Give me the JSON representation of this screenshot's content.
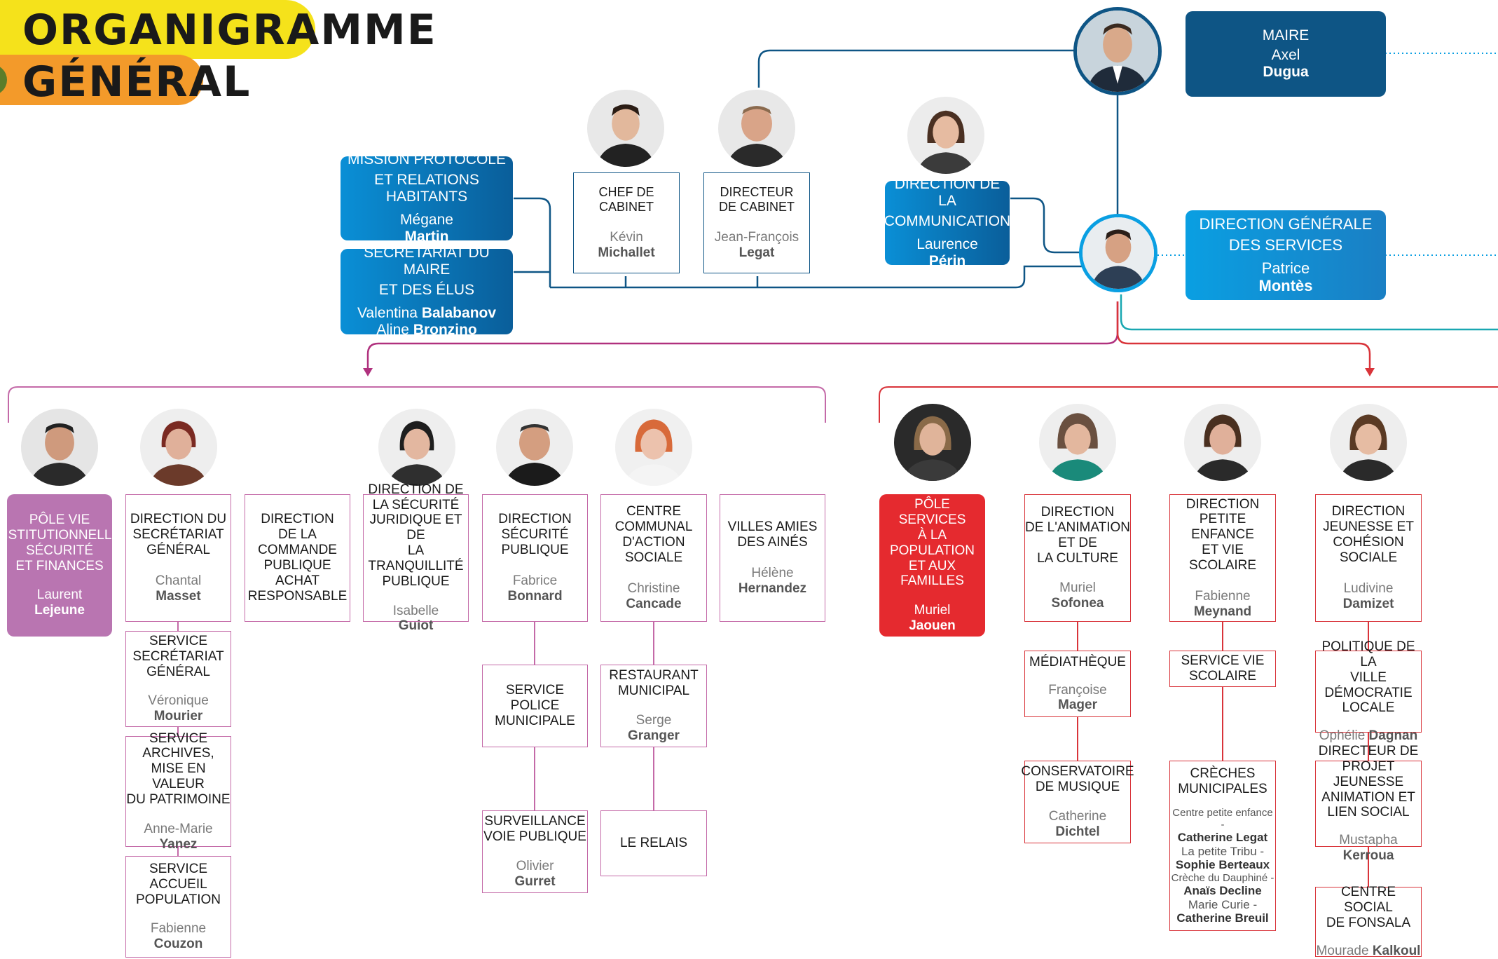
{
  "title": {
    "line1": "ORGANIGRAMME",
    "line2": "GÉNÉRAL"
  },
  "colors": {
    "yellow": "#f5e21b",
    "orange": "#f39a2a",
    "navy": "#0e5585",
    "blue": "#0a9fe2",
    "pink": "#c46aa8",
    "red": "#d9343a",
    "purple_fill": "#b975b1",
    "red_fill": "#e52a2f"
  },
  "top": {
    "maire": {
      "title": "MAIRE",
      "first": "Axel",
      "last": "Dugua"
    },
    "dgs": {
      "title1": "DIRECTION GÉNÉRALE",
      "title2": "DES SERVICES",
      "first": "Patrice",
      "last": "Montès"
    },
    "chef_cabinet": {
      "title": "CHEF DE CABINET",
      "first": "Kévin",
      "last": "Michallet"
    },
    "dir_cabinet": {
      "title1": "DIRECTEUR",
      "title2": "DE CABINET",
      "first": "Jean-François",
      "last": "Legat"
    },
    "communication": {
      "title1": "DIRECTION DE LA",
      "title2": "COMMUNICATION",
      "first": "Laurence",
      "last": "Périn"
    },
    "protocole": {
      "title1": "MISSION PROTOCOLE",
      "title2": "ET RELATIONS HABITANTS",
      "first": "Mégane",
      "last": "Martin"
    },
    "secretariat": {
      "title1": "SECRÉTARIAT DU MAIRE",
      "title2": "ET DES ÉLUS",
      "first1": "Valentina",
      "last1": "Balabanov",
      "first2": "Aline",
      "last2": "Bronzino"
    }
  },
  "left": {
    "pole": {
      "t1": "PÔLE VIE",
      "t2": "INSTITUTIONNELLE,",
      "t3": "SÉCURITÉ",
      "t4": "ET FINANCES",
      "first": "Laurent",
      "last": "Lejeune"
    },
    "secr_general": {
      "t1": "DIRECTION DU",
      "t2": "SECRÉTARIAT",
      "t3": "GÉNÉRAL",
      "first": "Chantal",
      "last": "Masset"
    },
    "commande": {
      "t1": "DIRECTION",
      "t2": "DE LA",
      "t3": "COMMANDE",
      "t4": "PUBLIQUE",
      "t5": "ACHAT",
      "t6": "RESPONSABLE"
    },
    "juridique": {
      "t1": "DIRECTION DE",
      "t2": "LA SÉCURITÉ",
      "t3": "JURIDIQUE ET DE",
      "t4": "LA TRANQUILLITÉ",
      "t5": "PUBLIQUE",
      "first": "Isabelle",
      "last": "Guiot"
    },
    "securite": {
      "t1": "DIRECTION",
      "t2": "SÉCURITÉ",
      "t3": "PUBLIQUE",
      "first": "Fabrice",
      "last": "Bonnard"
    },
    "ccas": {
      "t1": "CENTRE",
      "t2": "COMMUNAL",
      "t3": "D'ACTION SOCIALE",
      "first": "Christine",
      "last": "Cancade"
    },
    "villes": {
      "t1": "VILLES AMIES",
      "t2": "DES AINÉS",
      "first": "Hélène",
      "last": "Hernandez"
    },
    "svc_secr": {
      "t1": "SERVICE",
      "t2": "SECRÉTARIAT",
      "t3": "GÉNÉRAL",
      "first": "Véronique",
      "last": "Mourier"
    },
    "svc_archives": {
      "t1": "SERVICE",
      "t2": "ARCHIVES,",
      "t3": "MISE EN VALEUR",
      "t4": "DU PATRIMOINE",
      "first": "Anne-Marie",
      "last": "Yanez"
    },
    "svc_accueil": {
      "t1": "SERVICE",
      "t2": "ACCUEIL",
      "t3": "POPULATION",
      "first": "Fabienne",
      "last": "Couzon"
    },
    "police": {
      "t1": "SERVICE",
      "t2": "POLICE",
      "t3": "MUNICIPALE"
    },
    "surveillance": {
      "t1": "SURVEILLANCE",
      "t2": "VOIE PUBLIQUE",
      "first": "Olivier",
      "last": "Gurret"
    },
    "restaurant": {
      "t1": "RESTAURANT",
      "t2": "MUNICIPAL",
      "first": "Serge",
      "last": "Granger"
    },
    "relais": {
      "t1": "LE RELAIS"
    }
  },
  "right": {
    "pole": {
      "t1": "PÔLE",
      "t2": "SERVICES",
      "t3": "À LA",
      "t4": "POPULATION",
      "t5": "ET AUX FAMILLES",
      "first": "Muriel",
      "last": "Jaouen"
    },
    "culture": {
      "t1": "DIRECTION",
      "t2": "DE L'ANIMATION",
      "t3": "ET DE",
      "t4": "LA CULTURE",
      "first": "Muriel",
      "last": "Sofonea"
    },
    "petite_enfance": {
      "t1": "DIRECTION",
      "t2": "PETITE ENFANCE",
      "t3": "ET VIE SCOLAIRE",
      "first": "Fabienne",
      "last": "Meynand"
    },
    "jeunesse": {
      "t1": "DIRECTION",
      "t2": "JEUNESSE ET",
      "t3": "COHÉSION SOCIALE",
      "first": "Ludivine",
      "last": "Damizet"
    },
    "mediatheque": {
      "t1": "MÉDIATHÈQUE",
      "first": "Françoise",
      "last": "Mager"
    },
    "vie_scolaire": {
      "t1": "SERVICE VIE",
      "t2": "SCOLAIRE"
    },
    "politique": {
      "t1": "POLITIQUE DE LA",
      "t2": "VILLE DÉMOCRATIE",
      "t3": "LOCALE",
      "first": "Ophélie",
      "last": "Dagnan"
    },
    "conservatoire": {
      "t1": "CONSERVATOIRE",
      "t2": "DE MUSIQUE",
      "first": "Catherine",
      "last": "Dichtel"
    },
    "creches": {
      "t1": "CRÈCHES",
      "t2": "MUNICIPALES",
      "l1": "Centre petite enfance -",
      "l2": "Catherine Legat",
      "l3": "La petite Tribu -",
      "l4": "Sophie Berteaux",
      "l5": "Crèche du Dauphiné -",
      "l6": "Anaïs Decline",
      "l7": "Marie Curie -",
      "l8": "Catherine Breuil"
    },
    "projet_jeunesse": {
      "t1": "DIRECTEUR DE",
      "t2": "PROJET JEUNESSE",
      "t3": "ANIMATION ET",
      "t4": "LIEN SOCIAL",
      "first": "Mustapha",
      "last": "Kerroua"
    },
    "fonsala": {
      "t1": "CENTRE SOCIAL",
      "t2": "DE FONSALA",
      "first": "Mourade",
      "last": "Kalkoul"
    }
  }
}
